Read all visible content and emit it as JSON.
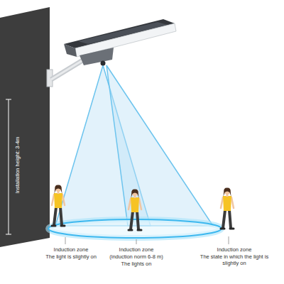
{
  "diagram": {
    "labels": [
      "Induction zone",
      "The light is slightly on",
      "Induction zone",
      "(induction norm 6-8 m)",
      "The lights on",
      "Induction zone",
      "The state in which the light is slightly on",
      "Installation height: 3-4m"
    ]
  }
}
